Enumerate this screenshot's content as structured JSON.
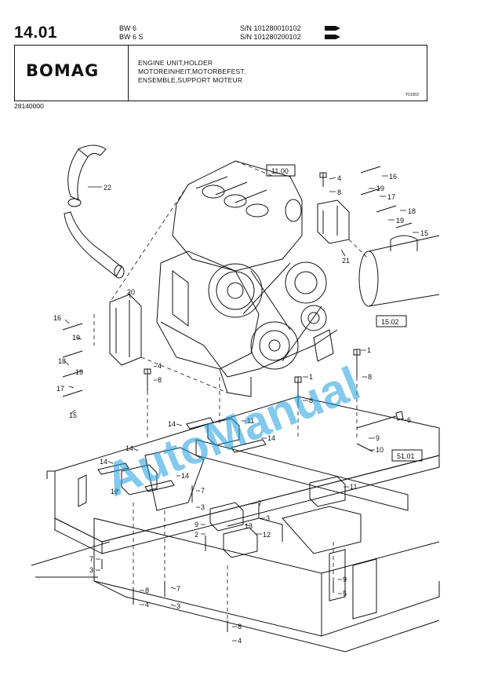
{
  "header": {
    "section_number": "14.01",
    "models": [
      "BW 6",
      "BW 6 S"
    ],
    "serials": [
      "S/N 101280010102",
      "S/N 101280200102"
    ]
  },
  "title_block": {
    "brand": "BOMAG",
    "lines": [
      "ENGINE UNIT,HOLDER",
      "MOTOREINHEIT,MOTORBEFEST.",
      "ENSEMBLE,SUPPORT MOTEUR"
    ],
    "ref_code": "Y01002"
  },
  "part_number": "28140000",
  "reference_boxes": [
    "11.00",
    "15.02",
    "51.01"
  ],
  "callouts": {
    "c1": "1",
    "c2": "2",
    "c3": "3",
    "c4": "4",
    "c5": "5",
    "c6": "6",
    "c7": "7",
    "c8": "8",
    "c9": "9",
    "c10": "10",
    "c11": "11",
    "c12": "12",
    "c13": "13",
    "c14": "14",
    "c15": "15",
    "c16": "16",
    "c17": "17",
    "c18": "18",
    "c19": "19",
    "c20": "20",
    "c21": "21",
    "c22": "22"
  },
  "watermark": "AutoManual"
}
